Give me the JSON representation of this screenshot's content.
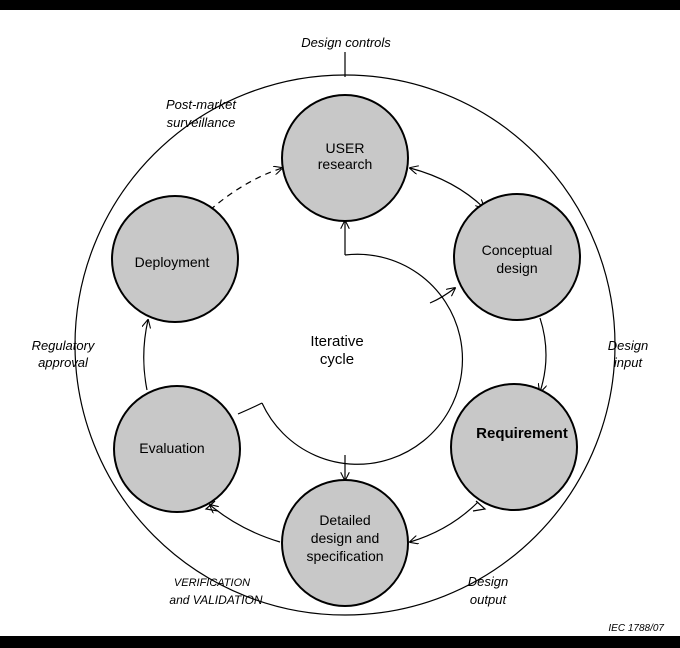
{
  "diagram": {
    "colors": {
      "background": "#000000",
      "panel": "#ffffff",
      "node_fill": "#c8c8c8",
      "stroke": "#000000"
    },
    "nodes": {
      "user_research": [
        "USER",
        "research"
      ],
      "conceptual_design": [
        "Conceptual",
        "design"
      ],
      "requirement": [
        "Requirement"
      ],
      "detailed_design": [
        "Detailed",
        "design and",
        "specification"
      ],
      "evaluation": [
        "Evaluation"
      ],
      "deployment": [
        "Deployment"
      ]
    },
    "center": [
      "Iterative",
      "cycle"
    ],
    "outer": {
      "design_controls": [
        "Design controls"
      ],
      "post_market": [
        "Post-market",
        "surveillance"
      ],
      "regulatory_approval": [
        "Regulatory",
        "approval"
      ],
      "design_input": [
        "Design",
        "input"
      ],
      "design_output": [
        "Design",
        "output"
      ],
      "verification_validation": [
        "VERIFICATION",
        "and VALIDATION"
      ]
    },
    "reference": "IEC   1788/07"
  }
}
